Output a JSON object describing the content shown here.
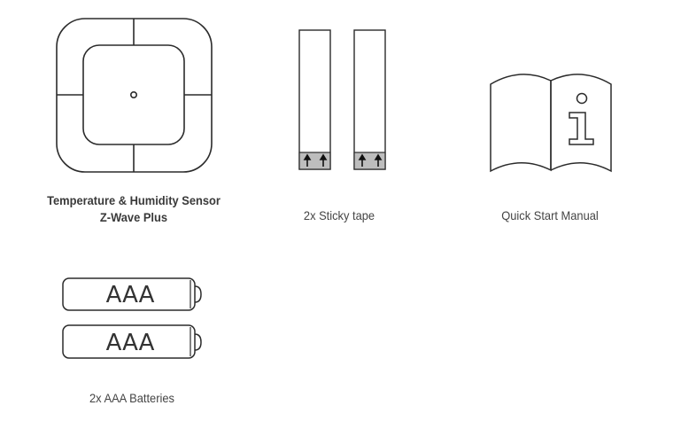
{
  "contents": {
    "sensor": {
      "caption_line1": "Temperature & Humidity Sensor",
      "caption_line2": "Z-Wave Plus"
    },
    "tape": {
      "caption": "2x Sticky tape"
    },
    "manual": {
      "caption": "Quick Start Manual"
    },
    "batteries": {
      "battery_1_label": "AAA",
      "battery_2_label": "AAA",
      "caption": "2x AAA Batteries"
    }
  }
}
